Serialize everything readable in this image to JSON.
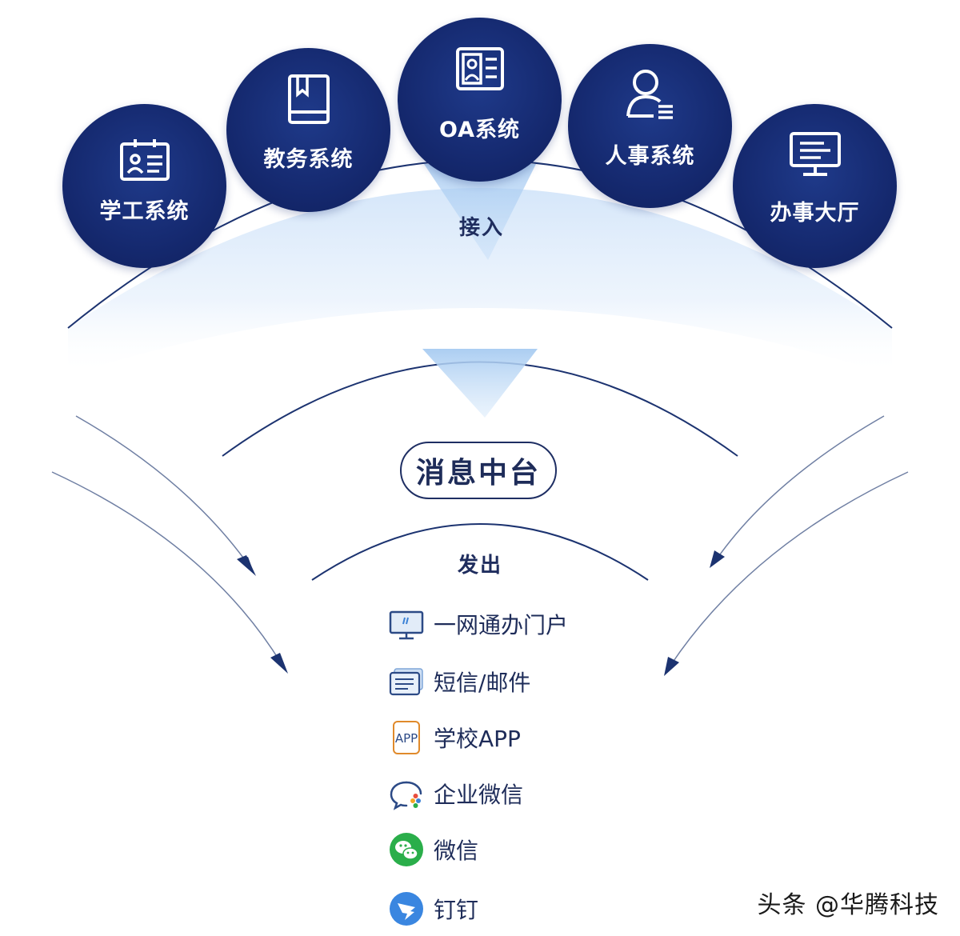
{
  "sources": [
    {
      "label": "学工系统",
      "icon": "id-card-icon"
    },
    {
      "label": "教务系统",
      "icon": "book-icon"
    },
    {
      "label": "OA系统",
      "icon": "portrait-doc-icon"
    },
    {
      "label": "人事系统",
      "icon": "user-list-icon"
    },
    {
      "label": "办事大厅",
      "icon": "monitor-icon"
    }
  ],
  "flow": {
    "ingest_label": "接入",
    "output_label": "发出"
  },
  "hub": {
    "label": "消息中台"
  },
  "channels": [
    {
      "label": "一网通办门户",
      "icon": "monitor-portal-icon"
    },
    {
      "label": "短信/邮件",
      "icon": "message-card-icon"
    },
    {
      "label": "学校APP",
      "icon": "app-icon",
      "icon_text": "APP"
    },
    {
      "label": "企业微信",
      "icon": "wecom-icon"
    },
    {
      "label": "微信",
      "icon": "wechat-icon"
    },
    {
      "label": "钉钉",
      "icon": "dingtalk-icon"
    }
  ],
  "watermark": "头条 @华腾科技",
  "colors": {
    "navy": "#15296f",
    "arc_line": "#1c3370",
    "glow": "#dbe9fa",
    "wechat_green": "#2aae4a",
    "dingtalk_blue": "#3a86e0",
    "app_orange": "#e08a2b"
  }
}
